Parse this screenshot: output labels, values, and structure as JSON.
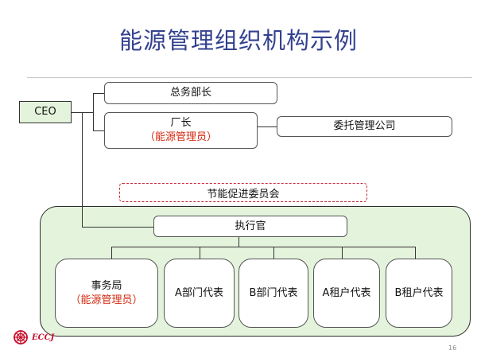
{
  "title": "能源管理组织机构示例",
  "ceo": "CEO",
  "general_affairs": "总务部长",
  "factory_manager": {
    "title": "厂长",
    "role": "（能源管理员）"
  },
  "outsourced": "委托管理公司",
  "committee": "节能促进委员会",
  "executive": "执行官",
  "departments": [
    {
      "title": "事务局",
      "role": "（能源管理员）"
    },
    {
      "title": "A部门代表"
    },
    {
      "title": "B部门代表"
    },
    {
      "title": "A租户代表"
    },
    {
      "title": "B租户代表"
    }
  ],
  "logo_text": "ECCJ",
  "page_number": "16",
  "colors": {
    "title": "#33418f",
    "panel": "#e4f4dc",
    "highlight": "#d42a10",
    "dashed_border": "#c6283c"
  }
}
